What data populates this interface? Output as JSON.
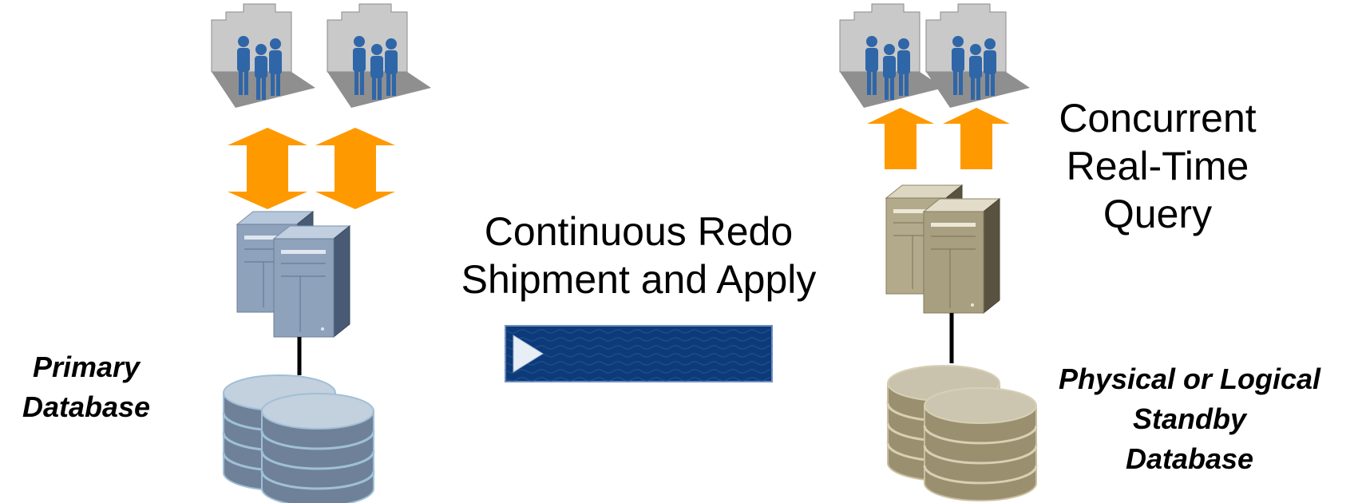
{
  "primary": {
    "label_lines": [
      "Primary",
      "Database"
    ]
  },
  "standby": {
    "label_lines": [
      "Physical or Logical",
      "Standby",
      "Database"
    ]
  },
  "transport": {
    "label_lines": [
      "Continuous Redo",
      "Shipment and Apply"
    ]
  },
  "query": {
    "label_lines": [
      "Concurrent",
      "Real-Time",
      "Query"
    ]
  },
  "colors": {
    "arrow_orange": "#ff9900",
    "primary_blue": "#6f8199",
    "standby_tan": "#9a8f6e",
    "redo_band": "#0d3a78",
    "user_figure": "#2f66a8",
    "booth_wall": "#c9c9c9"
  },
  "icons": [
    "user-group-icon",
    "double-arrow-icon",
    "up-arrow-icon",
    "server-icon",
    "database-icon",
    "redo-arrow-icon"
  ]
}
